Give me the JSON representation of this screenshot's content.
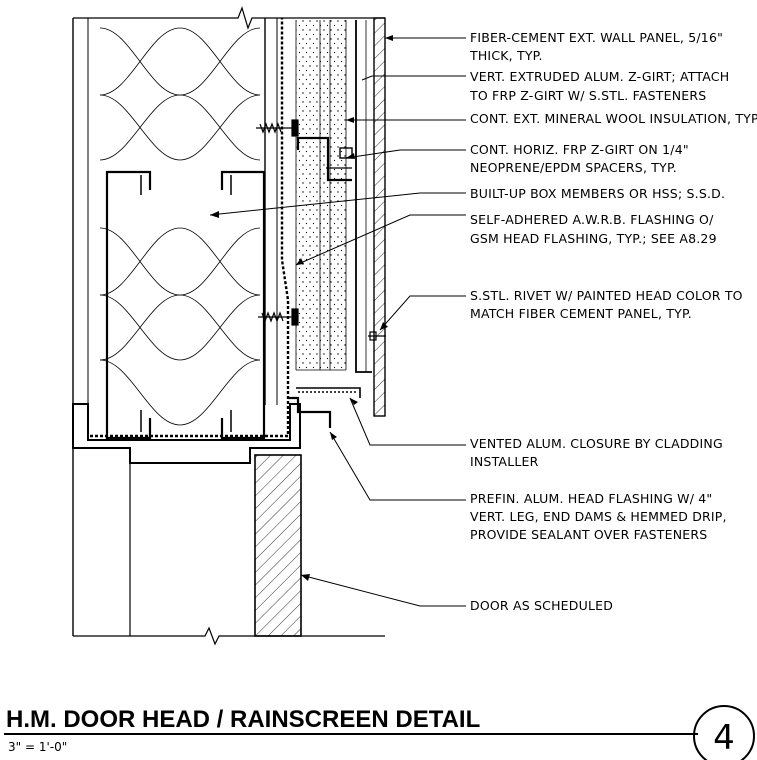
{
  "title": "H.M. DOOR HEAD / RAINSCREEN DETAIL",
  "scale": "3\" = 1'-0\"",
  "detail_number": "4",
  "notes": [
    {
      "lines": [
        "FIBER-CEMENT EXT. WALL PANEL, 5/16\"",
        "THICK, TYP."
      ]
    },
    {
      "lines": [
        "VERT. EXTRUDED ALUM. Z-GIRT; ATTACH",
        "TO FRP Z-GIRT W/ S.STL. FASTENERS"
      ]
    },
    {
      "lines": [
        "CONT. EXT. MINERAL WOOL INSULATION, TYP."
      ]
    },
    {
      "lines": [
        "CONT. HORIZ. FRP Z-GIRT ON 1/4\"",
        "NEOPRENE/EPDM SPACERS, TYP."
      ]
    },
    {
      "lines": [
        "BUILT-UP BOX MEMBERS OR HSS; S.S.D."
      ]
    },
    {
      "lines": [
        "SELF-ADHERED A.W.R.B. FLASHING O/",
        "GSM HEAD FLASHING, TYP.; SEE A8.29"
      ]
    },
    {
      "lines": [
        "S.STL. RIVET W/ PAINTED HEAD COLOR TO",
        "MATCH FIBER CEMENT PANEL, TYP."
      ]
    },
    {
      "lines": [
        "VENTED ALUM. CLOSURE BY CLADDING",
        "INSTALLER"
      ]
    },
    {
      "lines": [
        "PREFIN. ALUM. HEAD FLASHING W/ 4\"",
        "VERT. LEG, END DAMS & HEMMED DRIP,",
        "PROVIDE SEALANT OVER FASTENERS"
      ]
    },
    {
      "lines": [
        "DOOR AS SCHEDULED"
      ]
    }
  ]
}
